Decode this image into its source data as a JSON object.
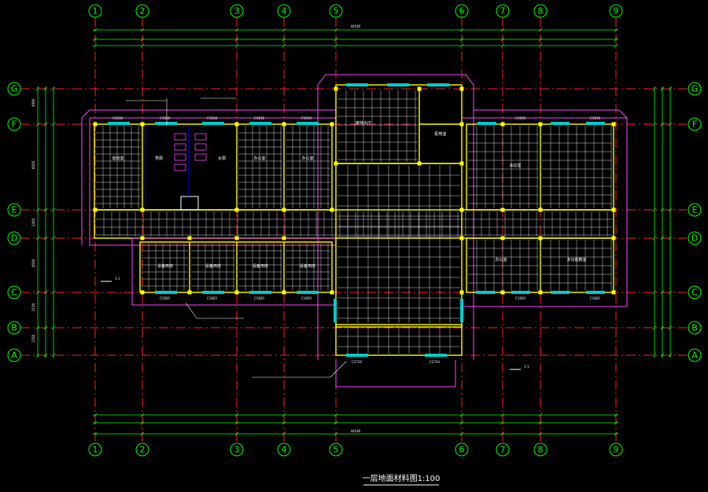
{
  "drawing_title": "一层地面材料图1:100",
  "colors": {
    "background": "#000000",
    "axis_line": "#ff2020",
    "bubble": "#00ff00",
    "wall": "#ffff00",
    "accent_wall": "#ff44ff",
    "tile_grid": "#d8d8d8",
    "window": "#00cccc"
  },
  "column_axes": [
    "1",
    "2",
    "3",
    "4",
    "5",
    "6",
    "7",
    "8",
    "9"
  ],
  "row_axes": [
    "G",
    "F",
    "E",
    "D",
    "C",
    "B",
    "A"
  ],
  "room_labels": [
    "值班室",
    "男厕",
    "女厕",
    "办公室",
    "办公室",
    "接待大厅",
    "配电室",
    "会议室",
    "设备用房",
    "设备用房",
    "设备用房",
    "设备用房",
    "办公室",
    "多功能教室"
  ],
  "window_tags_top": [
    "C1818",
    "C1818",
    "C1818",
    "C1818",
    "C1818",
    "C1818",
    "C1818"
  ],
  "window_tags_bottom": [
    "C1820",
    "C1820",
    "C1820",
    "C1820",
    "C2724",
    "C2724",
    "C1820",
    "C1820"
  ],
  "top_overall_dimension": "44540",
  "bottom_overall_dimension": "44540",
  "side_dimensions": [
    "4980",
    "6000",
    "2400",
    "4500",
    "2100",
    "1350"
  ],
  "section_marks": [
    "1-1",
    "1-1"
  ]
}
